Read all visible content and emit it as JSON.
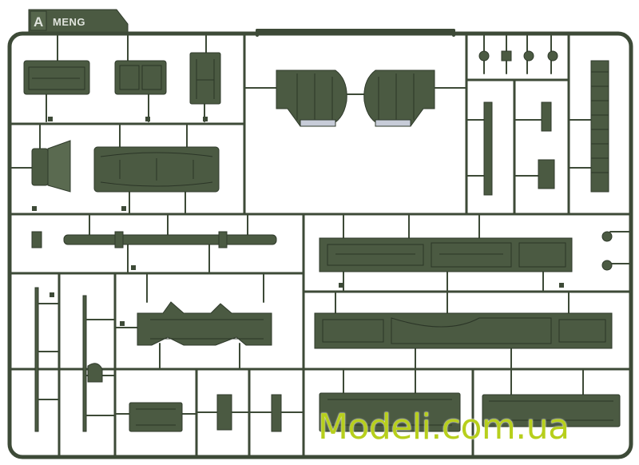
{
  "sprue": {
    "tab_letter": "A",
    "brand": "MENG"
  },
  "watermark": {
    "text": "Modeli.com.ua",
    "color": "#b7cf1c"
  },
  "colors": {
    "plastic": "#4b5a42",
    "runner": "#3d4a37",
    "background": "#ffffff"
  }
}
